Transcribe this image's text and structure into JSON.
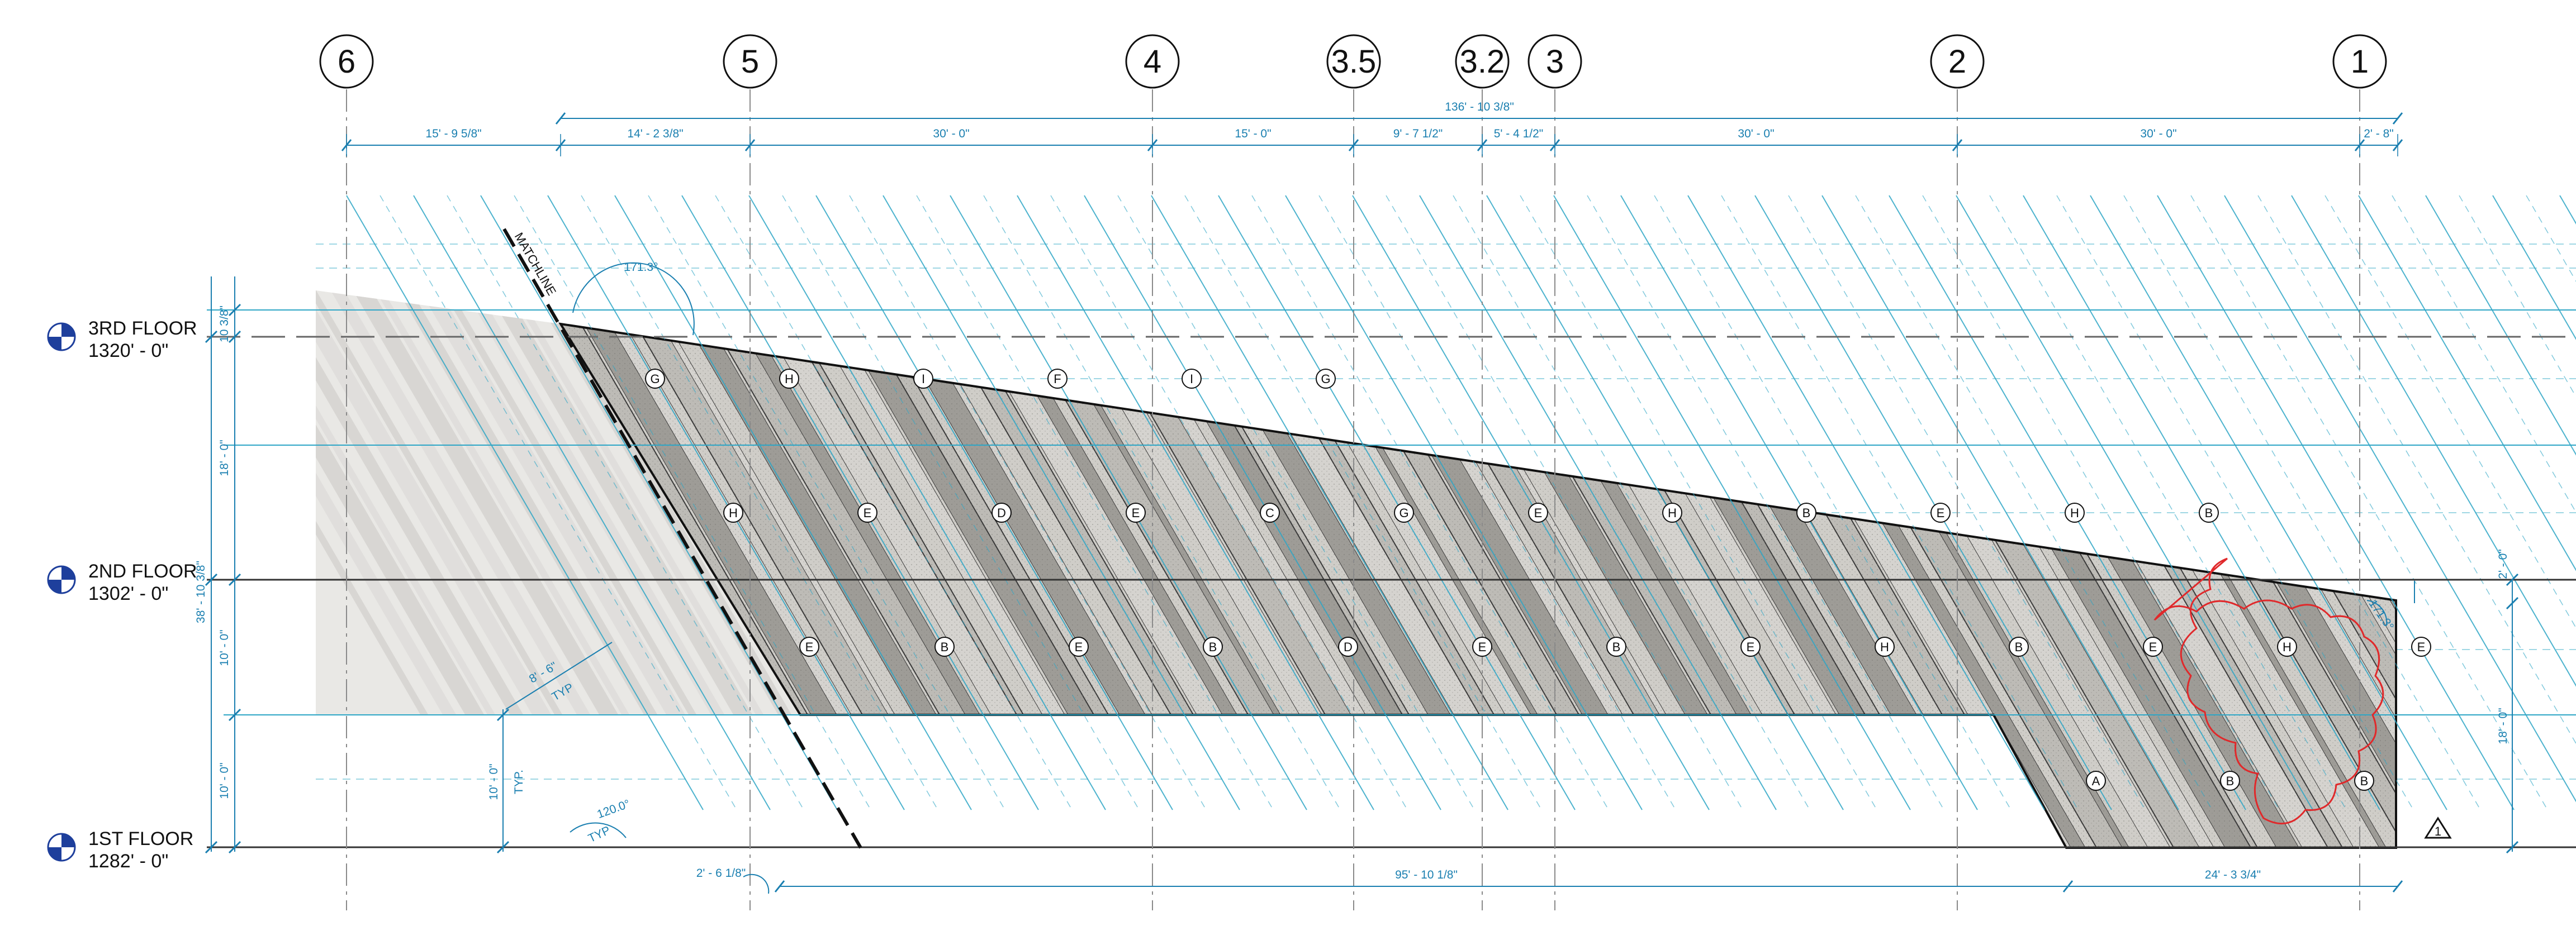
{
  "grid_lines": [
    {
      "label": "6"
    },
    {
      "label": "5"
    },
    {
      "label": "4"
    },
    {
      "label": "3.5"
    },
    {
      "label": "3.2"
    },
    {
      "label": "3"
    },
    {
      "label": "2"
    },
    {
      "label": "1"
    }
  ],
  "levels": [
    {
      "name": "3RD FLOOR",
      "elevation": "1320' - 0\""
    },
    {
      "name": "2ND FLOOR",
      "elevation": "1302' - 0\""
    },
    {
      "name": "1ST FLOOR",
      "elevation": "1282' - 0\""
    }
  ],
  "dimensions": {
    "overall_top": "136' - 10 3/8\"",
    "top_segments": [
      "15' - 9 5/8\"",
      "14' - 2 3/8\"",
      "30' - 0\"",
      "15' - 0\"",
      "9' - 7 1/2\"",
      "5' - 4 1/2\"",
      "30' - 0\"",
      "30' - 0\"",
      "2' - 8\""
    ],
    "left_top_small": "10 3/8\"",
    "left_upper": "18' - 0\"",
    "left_overall": "38' - 10 3/8\"",
    "left_mid": "10' - 0\"",
    "left_low": "10' - 0\"",
    "right_small": "2' - 0\"",
    "right_mid": "18' - 0\"",
    "spacing_label": "8' - 6\"",
    "spacing_typ": "TYP",
    "vertical_typ": "10' - 0\"",
    "vertical_typ_label": "TYP.",
    "bottom_left_small": "2' - 6 1/8\"",
    "bottom_long": "95' - 10 1/8\"",
    "bottom_right": "24' - 3 3/4\""
  },
  "angles": {
    "top_angle": "171.3°",
    "bottom_angle": "120.0°",
    "bottom_angle_typ": "TYP",
    "right_angle": "171.3°"
  },
  "annotations": {
    "matchline": "MATCHLINE",
    "revision": "1"
  },
  "panel_tags": {
    "row_top": [
      "G",
      "H",
      "I",
      "F",
      "I",
      "G"
    ],
    "row_mid": [
      "H",
      "E",
      "D",
      "E",
      "C",
      "G",
      "E",
      "H",
      "B",
      "E",
      "H",
      "B"
    ],
    "row_low": [
      "E",
      "B",
      "E",
      "B",
      "D",
      "E",
      "B",
      "E",
      "H",
      "B",
      "E",
      "H",
      "E"
    ],
    "row_bottom": [
      "A",
      "B",
      "B"
    ]
  },
  "colors": {
    "grid_blue": "#2ea6c6",
    "dim_blue": "#1a7fb0",
    "panel_light": "#d5d3cf",
    "panel_mid": "#bdbbb6",
    "panel_dark": "#9e9c97",
    "revision_cloud": "#e0292b",
    "line": "#111111"
  }
}
